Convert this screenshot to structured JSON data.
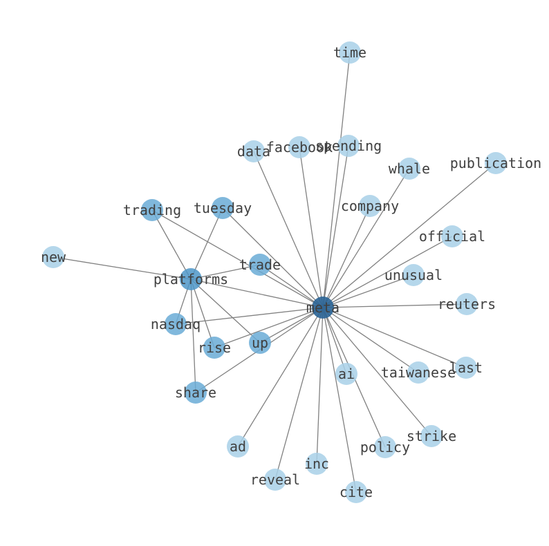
{
  "graph": {
    "colors": {
      "center": "#2a6496",
      "level1": "#4d96c8",
      "level2": "#6aabd6",
      "level3": "#a8d0e8",
      "edge": "#808080",
      "label": "#404040"
    },
    "nodes": [
      {
        "id": "meta",
        "label": "meta",
        "level": "center"
      },
      {
        "id": "platforms",
        "label": "platforms",
        "level": "level1"
      },
      {
        "id": "trade",
        "label": "trade",
        "level": "level2"
      },
      {
        "id": "tuesday",
        "label": "tuesday",
        "level": "level2"
      },
      {
        "id": "trading",
        "label": "trading",
        "level": "level2"
      },
      {
        "id": "nasdaq",
        "label": "nasdaq",
        "level": "level2"
      },
      {
        "id": "rise",
        "label": "rise",
        "level": "level2"
      },
      {
        "id": "up",
        "label": "up",
        "level": "level2"
      },
      {
        "id": "share",
        "label": "share",
        "level": "level2"
      },
      {
        "id": "new",
        "label": "new",
        "level": "level3"
      },
      {
        "id": "time",
        "label": "time",
        "level": "level3"
      },
      {
        "id": "data",
        "label": "data",
        "level": "level3"
      },
      {
        "id": "facebook",
        "label": "facebook",
        "level": "level3"
      },
      {
        "id": "spending",
        "label": "spending",
        "level": "level3"
      },
      {
        "id": "whale",
        "label": "whale",
        "level": "level3"
      },
      {
        "id": "publication",
        "label": "publication",
        "level": "level3"
      },
      {
        "id": "company",
        "label": "company",
        "level": "level3"
      },
      {
        "id": "official",
        "label": "official",
        "level": "level3"
      },
      {
        "id": "unusual",
        "label": "unusual",
        "level": "level3"
      },
      {
        "id": "reuters",
        "label": "reuters",
        "level": "level3"
      },
      {
        "id": "last",
        "label": "last",
        "level": "level3"
      },
      {
        "id": "taiwanese",
        "label": "taiwanese",
        "level": "level3"
      },
      {
        "id": "ai",
        "label": "ai",
        "level": "level3"
      },
      {
        "id": "strike",
        "label": "strike",
        "level": "level3"
      },
      {
        "id": "policy",
        "label": "policy",
        "level": "level3"
      },
      {
        "id": "cite",
        "label": "cite",
        "level": "level3"
      },
      {
        "id": "inc",
        "label": "inc",
        "level": "level3"
      },
      {
        "id": "reveal",
        "label": "reveal",
        "level": "level3"
      },
      {
        "id": "ad",
        "label": "ad",
        "level": "level3"
      }
    ],
    "edges": [
      [
        "meta",
        "platforms"
      ],
      [
        "meta",
        "trade"
      ],
      [
        "meta",
        "tuesday"
      ],
      [
        "meta",
        "trading"
      ],
      [
        "meta",
        "nasdaq"
      ],
      [
        "meta",
        "rise"
      ],
      [
        "meta",
        "up"
      ],
      [
        "meta",
        "share"
      ],
      [
        "meta",
        "time"
      ],
      [
        "meta",
        "data"
      ],
      [
        "meta",
        "facebook"
      ],
      [
        "meta",
        "spending"
      ],
      [
        "meta",
        "whale"
      ],
      [
        "meta",
        "publication"
      ],
      [
        "meta",
        "company"
      ],
      [
        "meta",
        "official"
      ],
      [
        "meta",
        "unusual"
      ],
      [
        "meta",
        "reuters"
      ],
      [
        "meta",
        "last"
      ],
      [
        "meta",
        "taiwanese"
      ],
      [
        "meta",
        "ai"
      ],
      [
        "meta",
        "strike"
      ],
      [
        "meta",
        "policy"
      ],
      [
        "meta",
        "cite"
      ],
      [
        "meta",
        "inc"
      ],
      [
        "meta",
        "reveal"
      ],
      [
        "meta",
        "ad"
      ],
      [
        "platforms",
        "new"
      ],
      [
        "platforms",
        "trading"
      ],
      [
        "platforms",
        "tuesday"
      ],
      [
        "platforms",
        "trade"
      ],
      [
        "platforms",
        "nasdaq"
      ],
      [
        "platforms",
        "rise"
      ],
      [
        "platforms",
        "up"
      ],
      [
        "platforms",
        "share"
      ]
    ]
  }
}
